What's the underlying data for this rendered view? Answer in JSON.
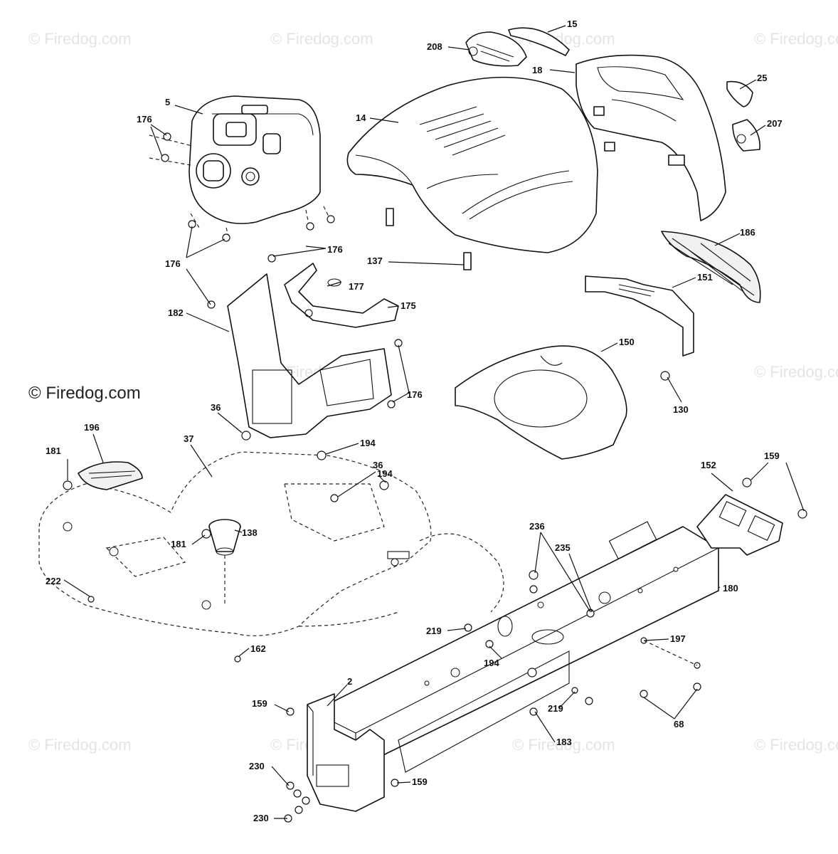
{
  "watermark": {
    "text": "© Firedog.com"
  },
  "callouts": [
    {
      "label": "5"
    },
    {
      "label": "176"
    },
    {
      "label": "208"
    },
    {
      "label": "15"
    },
    {
      "label": "18"
    },
    {
      "label": "25"
    },
    {
      "label": "14"
    },
    {
      "label": "207"
    },
    {
      "label": "176"
    },
    {
      "label": "176"
    },
    {
      "label": "137"
    },
    {
      "label": "186"
    },
    {
      "label": "177"
    },
    {
      "label": "151"
    },
    {
      "label": "182"
    },
    {
      "label": "175"
    },
    {
      "label": "150"
    },
    {
      "label": "176"
    },
    {
      "label": "130"
    },
    {
      "label": "36"
    },
    {
      "label": "37"
    },
    {
      "label": "196"
    },
    {
      "label": "194"
    },
    {
      "label": "181"
    },
    {
      "label": "36"
    },
    {
      "label": "194"
    },
    {
      "label": "152"
    },
    {
      "label": "159"
    },
    {
      "label": "138"
    },
    {
      "label": "236"
    },
    {
      "label": "181"
    },
    {
      "label": "235"
    },
    {
      "label": "222"
    },
    {
      "label": "180"
    },
    {
      "label": "219"
    },
    {
      "label": "162"
    },
    {
      "label": "197"
    },
    {
      "label": "194"
    },
    {
      "label": "2"
    },
    {
      "label": "159"
    },
    {
      "label": "219"
    },
    {
      "label": "68"
    },
    {
      "label": "183"
    },
    {
      "label": "230"
    },
    {
      "label": "159"
    },
    {
      "label": "230"
    }
  ]
}
